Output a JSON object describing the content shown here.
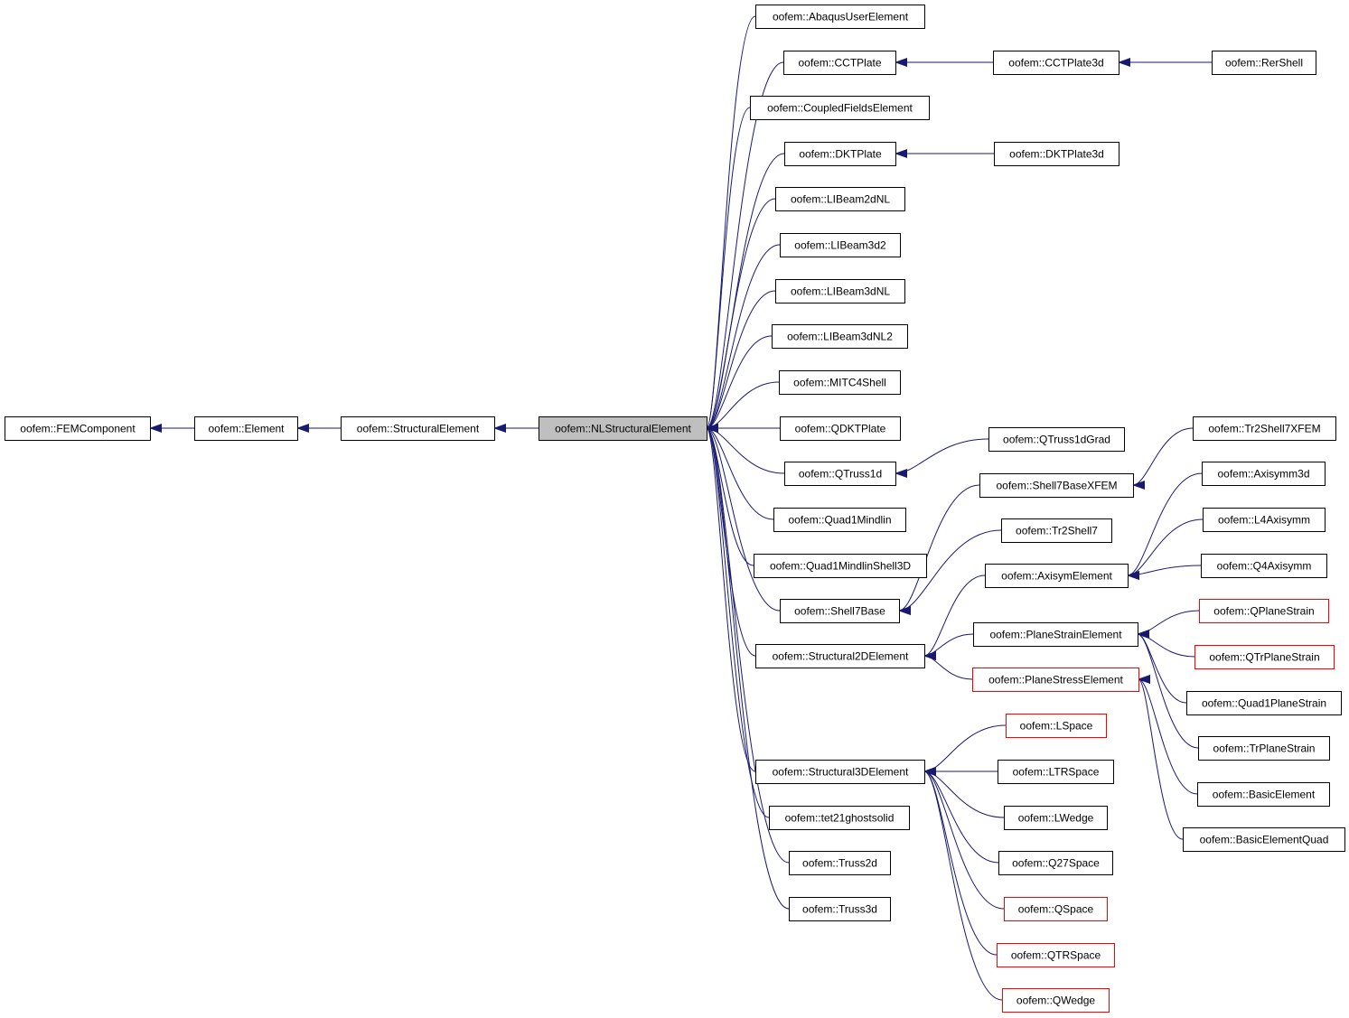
{
  "diagram": {
    "edge_color": "#191970",
    "nodes": [
      {
        "id": "femcomponent",
        "label": "oofem::FEMComponent"
      },
      {
        "id": "element",
        "label": "oofem::Element"
      },
      {
        "id": "structuralelement",
        "label": "oofem::StructuralElement"
      },
      {
        "id": "nlstructuralelement",
        "label": "oofem::NLStructuralElement",
        "focus": true
      },
      {
        "id": "abaqususerelement",
        "label": "oofem::AbaqusUserElement"
      },
      {
        "id": "cctplate",
        "label": "oofem::CCTPlate"
      },
      {
        "id": "cctplate3d",
        "label": "oofem::CCTPlate3d"
      },
      {
        "id": "rershell",
        "label": "oofem::RerShell"
      },
      {
        "id": "coupledfieldselement",
        "label": "oofem::CoupledFieldsElement"
      },
      {
        "id": "dktplate",
        "label": "oofem::DKTPlate"
      },
      {
        "id": "dktplate3d",
        "label": "oofem::DKTPlate3d"
      },
      {
        "id": "libeam2dnl",
        "label": "oofem::LIBeam2dNL"
      },
      {
        "id": "libeam3d2",
        "label": "oofem::LIBeam3d2"
      },
      {
        "id": "libeam3dnl",
        "label": "oofem::LIBeam3dNL"
      },
      {
        "id": "libeam3dnl2",
        "label": "oofem::LIBeam3dNL2"
      },
      {
        "id": "mitc4shell",
        "label": "oofem::MITC4Shell"
      },
      {
        "id": "qdktplate",
        "label": "oofem::QDKTPlate"
      },
      {
        "id": "qtruss1d",
        "label": "oofem::QTruss1d"
      },
      {
        "id": "qtruss1dgrad",
        "label": "oofem::QTruss1dGrad"
      },
      {
        "id": "quad1mindlin",
        "label": "oofem::Quad1Mindlin"
      },
      {
        "id": "quad1mindlinshell3d",
        "label": "oofem::Quad1MindlinShell3D"
      },
      {
        "id": "shell7base",
        "label": "oofem::Shell7Base"
      },
      {
        "id": "shell7basexfem",
        "label": "oofem::Shell7BaseXFEM"
      },
      {
        "id": "tr2shell7xfem",
        "label": "oofem::Tr2Shell7XFEM"
      },
      {
        "id": "tr2shell7",
        "label": "oofem::Tr2Shell7"
      },
      {
        "id": "structural2delement",
        "label": "oofem::Structural2DElement"
      },
      {
        "id": "axisymelement",
        "label": "oofem::AxisymElement"
      },
      {
        "id": "axisymm3d",
        "label": "oofem::Axisymm3d"
      },
      {
        "id": "l4axisymm",
        "label": "oofem::L4Axisymm"
      },
      {
        "id": "q4axisymm",
        "label": "oofem::Q4Axisymm"
      },
      {
        "id": "planestrainelement",
        "label": "oofem::PlaneStrainElement"
      },
      {
        "id": "qplanestrain",
        "label": "oofem::QPlaneStrain",
        "red": true
      },
      {
        "id": "qtrplanestrain",
        "label": "oofem::QTrPlaneStrain",
        "red": true
      },
      {
        "id": "quad1planestrain",
        "label": "oofem::Quad1PlaneStrain"
      },
      {
        "id": "trplanestrain",
        "label": "oofem::TrPlaneStrain"
      },
      {
        "id": "planestresselement",
        "label": "oofem::PlaneStressElement",
        "red": true
      },
      {
        "id": "basicelement",
        "label": "oofem::BasicElement"
      },
      {
        "id": "basicelementquad",
        "label": "oofem::BasicElementQuad"
      },
      {
        "id": "structural3delement",
        "label": "oofem::Structural3DElement"
      },
      {
        "id": "lspace",
        "label": "oofem::LSpace",
        "red": true
      },
      {
        "id": "ltrspace",
        "label": "oofem::LTRSpace"
      },
      {
        "id": "lwedge",
        "label": "oofem::LWedge"
      },
      {
        "id": "q27space",
        "label": "oofem::Q27Space"
      },
      {
        "id": "qspace",
        "label": "oofem::QSpace",
        "red": true
      },
      {
        "id": "qtrspace",
        "label": "oofem::QTRSpace",
        "red": true
      },
      {
        "id": "qwedge",
        "label": "oofem::QWedge",
        "red": true
      },
      {
        "id": "tet21ghostsolid",
        "label": "oofem::tet21ghostsolid"
      },
      {
        "id": "truss2d",
        "label": "oofem::Truss2d"
      },
      {
        "id": "truss3d",
        "label": "oofem::Truss3d"
      }
    ],
    "edges": [
      [
        "element",
        "femcomponent"
      ],
      [
        "structuralelement",
        "element"
      ],
      [
        "nlstructuralelement",
        "structuralelement"
      ],
      [
        "abaqususerelement",
        "nlstructuralelement"
      ],
      [
        "cctplate",
        "nlstructuralelement"
      ],
      [
        "coupledfieldselement",
        "nlstructuralelement"
      ],
      [
        "dktplate",
        "nlstructuralelement"
      ],
      [
        "libeam2dnl",
        "nlstructuralelement"
      ],
      [
        "libeam3d2",
        "nlstructuralelement"
      ],
      [
        "libeam3dnl",
        "nlstructuralelement"
      ],
      [
        "libeam3dnl2",
        "nlstructuralelement"
      ],
      [
        "mitc4shell",
        "nlstructuralelement"
      ],
      [
        "qdktplate",
        "nlstructuralelement"
      ],
      [
        "qtruss1d",
        "nlstructuralelement"
      ],
      [
        "quad1mindlin",
        "nlstructuralelement"
      ],
      [
        "quad1mindlinshell3d",
        "nlstructuralelement"
      ],
      [
        "shell7base",
        "nlstructuralelement"
      ],
      [
        "structural2delement",
        "nlstructuralelement"
      ],
      [
        "structural3delement",
        "nlstructuralelement"
      ],
      [
        "tet21ghostsolid",
        "nlstructuralelement"
      ],
      [
        "truss2d",
        "nlstructuralelement"
      ],
      [
        "truss3d",
        "nlstructuralelement"
      ],
      [
        "cctplate3d",
        "cctplate"
      ],
      [
        "rershell",
        "cctplate3d"
      ],
      [
        "dktplate3d",
        "dktplate"
      ],
      [
        "qtruss1dgrad",
        "qtruss1d"
      ],
      [
        "shell7basexfem",
        "shell7base"
      ],
      [
        "tr2shell7",
        "shell7base"
      ],
      [
        "tr2shell7xfem",
        "shell7basexfem"
      ],
      [
        "axisymelement",
        "structural2delement"
      ],
      [
        "planestrainelement",
        "structural2delement"
      ],
      [
        "planestresselement",
        "structural2delement"
      ],
      [
        "axisymm3d",
        "axisymelement"
      ],
      [
        "l4axisymm",
        "axisymelement"
      ],
      [
        "q4axisymm",
        "axisymelement"
      ],
      [
        "qplanestrain",
        "planestrainelement"
      ],
      [
        "qtrplanestrain",
        "planestrainelement"
      ],
      [
        "quad1planestrain",
        "planestrainelement"
      ],
      [
        "trplanestrain",
        "planestrainelement"
      ],
      [
        "basicelement",
        "planestresselement"
      ],
      [
        "basicelementquad",
        "planestresselement"
      ],
      [
        "lspace",
        "structural3delement"
      ],
      [
        "ltrspace",
        "structural3delement"
      ],
      [
        "lwedge",
        "structural3delement"
      ],
      [
        "q27space",
        "structural3delement"
      ],
      [
        "qspace",
        "structural3delement"
      ],
      [
        "qtrspace",
        "structural3delement"
      ],
      [
        "qwedge",
        "structural3delement"
      ]
    ]
  }
}
